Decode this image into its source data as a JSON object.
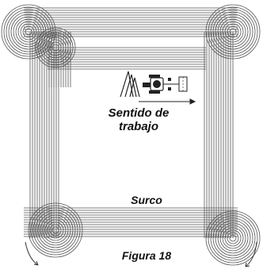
{
  "labels": {
    "direction_line1": "Sentido de",
    "direction_line2": "trabajo",
    "furrow": "Surco",
    "figure": "Figura 18"
  },
  "colors": {
    "line": "#555555",
    "text": "#111111",
    "background": "#ffffff"
  },
  "icons": [
    "tractor-icon",
    "harrow-icon",
    "direction-arrow-icon"
  ]
}
